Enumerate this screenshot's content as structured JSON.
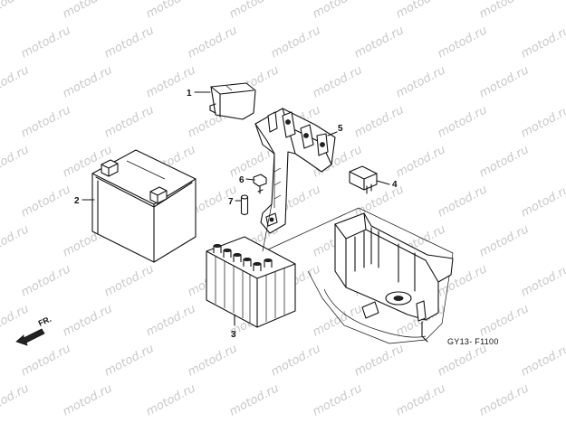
{
  "watermark": {
    "text": "motod.ru"
  },
  "callouts": [
    {
      "id": "1",
      "label": "1"
    },
    {
      "id": "2",
      "label": "2"
    },
    {
      "id": "3",
      "label": "3"
    },
    {
      "id": "4",
      "label": "4"
    },
    {
      "id": "5",
      "label": "5"
    },
    {
      "id": "6",
      "label": "6"
    },
    {
      "id": "7",
      "label": "7"
    }
  ],
  "figure_code": "GY13- F1100",
  "direction_label": "FR."
}
